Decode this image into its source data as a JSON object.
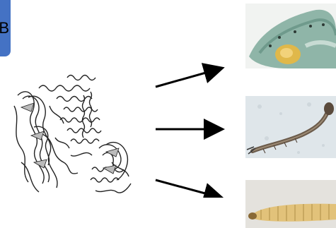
{
  "panel": {
    "label": "B",
    "badge_color": "#4472c4"
  },
  "figure": {
    "structure_icon": "protein-ribbon-structure",
    "arrow_count": 3,
    "photos": [
      {
        "subject": "caterpillar-larva",
        "icon": "larva-photo"
      },
      {
        "subject": "mosquito-larva",
        "icon": "larva-photo"
      },
      {
        "subject": "beetle-larva",
        "icon": "larva-photo"
      }
    ]
  }
}
